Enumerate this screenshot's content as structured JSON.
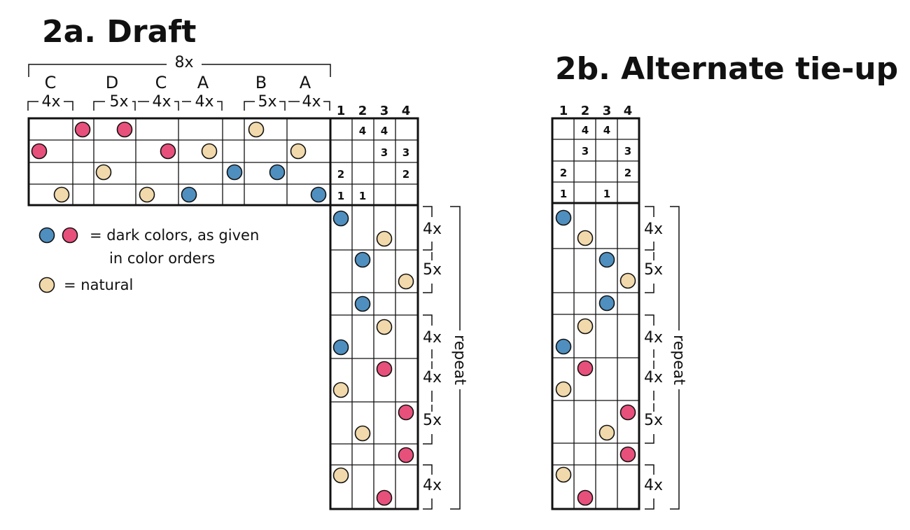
{
  "draft": {
    "title": "2a. Draft",
    "total_repeat": "8x",
    "blocks": [
      "C",
      "D",
      "C",
      "A",
      "B",
      "A"
    ],
    "block_repeats": [
      "4x",
      "5x",
      "4x",
      "4x",
      "5x",
      "4x"
    ],
    "shaft_numbers": [
      "1",
      "2",
      "3",
      "4"
    ],
    "tieup": [
      [
        "",
        "4",
        "4",
        ""
      ],
      [
        "",
        "",
        "3",
        "3"
      ],
      [
        "2",
        "",
        "",
        "2"
      ],
      [
        "1",
        "1",
        "",
        ""
      ]
    ],
    "weft_repeats": [
      "4x",
      "5x",
      "4x",
      "4x",
      "5x",
      "4x"
    ],
    "repeat_label": "repeat"
  },
  "alternate": {
    "title": "2b. Alternate tie-up",
    "shaft_numbers": [
      "1",
      "2",
      "3",
      "4"
    ],
    "tieup": [
      [
        "",
        "4",
        "4",
        ""
      ],
      [
        "",
        "3",
        "",
        "3"
      ],
      [
        "2",
        "",
        "",
        "2"
      ],
      [
        "1",
        "",
        "1",
        ""
      ]
    ],
    "weft_repeats": [
      "4x",
      "5x",
      "4x",
      "4x",
      "5x",
      "4x"
    ],
    "repeat_label": "repeat"
  },
  "legend": {
    "dark_text_line1": "= dark colors, as given",
    "dark_text_line2": "in color orders",
    "natural_text": "= natural"
  },
  "colors": {
    "blue": "#4f8fbf",
    "pink": "#e8507c",
    "natural": "#f1d9ab",
    "outline": "#111111"
  }
}
